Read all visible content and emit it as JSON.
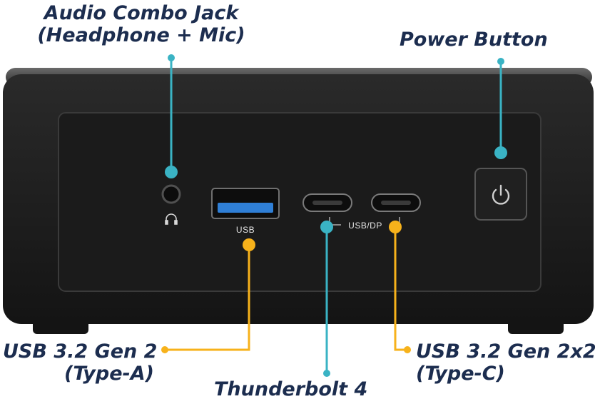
{
  "colors": {
    "teal": "#3ab3c4",
    "orange": "#f7b21b",
    "label_text": "#1c2d4f",
    "device_body": "#1f1f1f",
    "usb_blue": "#2f7fd6"
  },
  "callouts": {
    "audio": {
      "line1": "Audio Combo Jack",
      "line2": "(Headphone + Mic)",
      "leader_color": "teal"
    },
    "power": {
      "line1": "Power Button",
      "leader_color": "teal"
    },
    "usb_a": {
      "line1": "USB 3.2 Gen 2",
      "line2": "(Type-A)",
      "leader_color": "orange"
    },
    "thunderbolt": {
      "line1": "Thunderbolt 4",
      "leader_color": "teal"
    },
    "usb_c": {
      "line1": "USB 3.2 Gen 2x2",
      "line2": "(Type-C)",
      "leader_color": "orange"
    }
  },
  "device": {
    "usb_port_label": "USB",
    "usbc_port_label": "USB/DP",
    "icons": [
      "headphone-icon",
      "power-icon"
    ]
  }
}
